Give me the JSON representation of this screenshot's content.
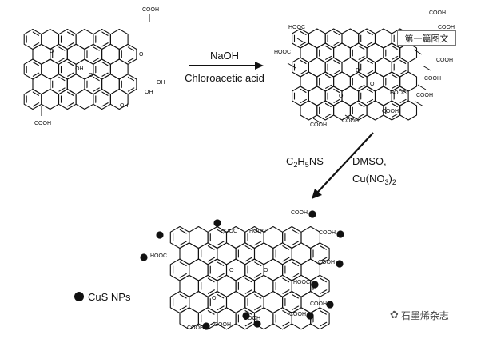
{
  "step1": {
    "reagent_top": "NaOH",
    "reagent_bottom": "Chloroacetic acid"
  },
  "step2": {
    "reagent_left_parts": [
      "C",
      "2",
      "H",
      "5",
      "NS"
    ],
    "reagent_right_top": "DMSO,",
    "reagent_right_bottom_parts": [
      "Cu(NO",
      "3",
      ")",
      "2"
    ]
  },
  "legend": {
    "label": "CuS NPs"
  },
  "groups": {
    "cooh": "COOH",
    "hooc": "HOOC",
    "oh": "OH",
    "o": "O"
  },
  "badge": {
    "text": "第一篇图文"
  },
  "watermark": {
    "text": "石墨烯杂志"
  }
}
